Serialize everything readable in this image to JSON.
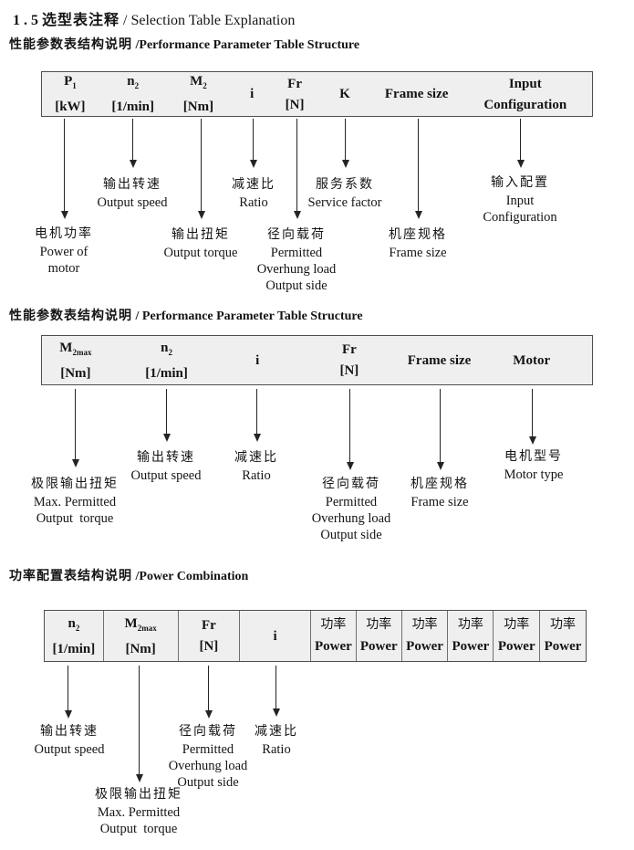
{
  "title": {
    "num": "1 . 5",
    "cn": "选型表注释",
    "sep": " / ",
    "en": "Selection Table Explanation"
  },
  "sections": [
    {
      "heading_cn": "性能参数表结构说明",
      "heading_en": " /Performance Parameter Table Structure",
      "columns": [
        {
          "sym": "P",
          "sub": "1",
          "line2": "[kW]"
        },
        {
          "sym": "n",
          "sub": "2",
          "line2": "[1/min]"
        },
        {
          "sym": "M",
          "sub": "2",
          "line2": "[Nm]"
        },
        {
          "sym": "i",
          "sub": "",
          "line2": ""
        },
        {
          "sym": "Fr",
          "sub": "",
          "line2": "[N]"
        },
        {
          "sym": "K",
          "sub": "",
          "line2": ""
        },
        {
          "sym": "Frame size",
          "sub": "",
          "line2": ""
        },
        {
          "sym": "Input",
          "sub": "",
          "line2": "Configuration"
        }
      ],
      "annotations": {
        "power_of_motor": {
          "cn": "电机功率",
          "en1": "Power of",
          "en2": "motor"
        },
        "output_speed": {
          "cn": "输出转速",
          "en1": "Output speed"
        },
        "output_torque": {
          "cn": "输出扭矩",
          "en1": "Output torque"
        },
        "ratio": {
          "cn": "减速比",
          "en1": "Ratio"
        },
        "overhung_load": {
          "cn": "径向载荷",
          "en1": "Permitted",
          "en2": "Overhung load",
          "en3": "Output side"
        },
        "service_factor": {
          "cn": "服务系数",
          "en1": "Service factor"
        },
        "frame_size": {
          "cn": "机座规格",
          "en1": "Frame size"
        },
        "input_configuration": {
          "cn": "输入配置",
          "en1": "Input",
          "en2": "Configuration"
        }
      }
    },
    {
      "heading_cn": "性能参数表结构说明",
      "heading_en": " / Performance Parameter Table Structure",
      "columns": [
        {
          "sym": "M",
          "sub": "2max",
          "line2": "[Nm]"
        },
        {
          "sym": "n",
          "sub": "2",
          "line2": "[1/min]"
        },
        {
          "sym": "i",
          "sub": "",
          "line2": ""
        },
        {
          "sym": "Fr",
          "sub": "",
          "line2": "[N]"
        },
        {
          "sym": "Frame size",
          "sub": "",
          "line2": ""
        },
        {
          "sym": "Motor",
          "sub": "",
          "line2": ""
        }
      ],
      "annotations": {
        "max_output_torque": {
          "cn": "极限输出扭矩",
          "en1": "Max. Permitted",
          "en2": "Output  torque"
        },
        "output_speed": {
          "cn": "输出转速",
          "en1": "Output speed"
        },
        "ratio": {
          "cn": "减速比",
          "en1": "Ratio"
        },
        "overhung_load": {
          "cn": "径向载荷",
          "en1": "Permitted",
          "en2": "Overhung load",
          "en3": "Output side"
        },
        "frame_size": {
          "cn": "机座规格",
          "en1": "Frame size"
        },
        "motor_type": {
          "cn": "电机型号",
          "en1": "Motor type"
        }
      }
    },
    {
      "heading_cn": "功率配置表结构说明",
      "heading_en": " /Power Combination",
      "columns": [
        {
          "sym": "n",
          "sub": "2",
          "line2": "[1/min]"
        },
        {
          "sym": "M",
          "sub": "2max",
          "line2": "[Nm]"
        },
        {
          "sym": "Fr",
          "sub": "",
          "line2": "[N]"
        },
        {
          "sym": "i",
          "sub": "",
          "line2": ""
        },
        {
          "sym": "功率",
          "sub": "",
          "line2": "Power"
        },
        {
          "sym": "功率",
          "sub": "",
          "line2": "Power"
        },
        {
          "sym": "功率",
          "sub": "",
          "line2": "Power"
        },
        {
          "sym": "功率",
          "sub": "",
          "line2": "Power"
        },
        {
          "sym": "功率",
          "sub": "",
          "line2": "Power"
        },
        {
          "sym": "功率",
          "sub": "",
          "line2": "Power"
        }
      ],
      "annotations": {
        "output_speed": {
          "cn": "输出转速",
          "en1": "Output speed"
        },
        "max_output_torque": {
          "cn": "极限输出扭矩",
          "en1": "Max. Permitted",
          "en2": "Output  torque"
        },
        "overhung_load": {
          "cn": "径向载荷",
          "en1": "Permitted",
          "en2": "Overhung load",
          "en3": "Output side"
        },
        "ratio": {
          "cn": "减速比",
          "en1": "Ratio"
        }
      }
    }
  ]
}
